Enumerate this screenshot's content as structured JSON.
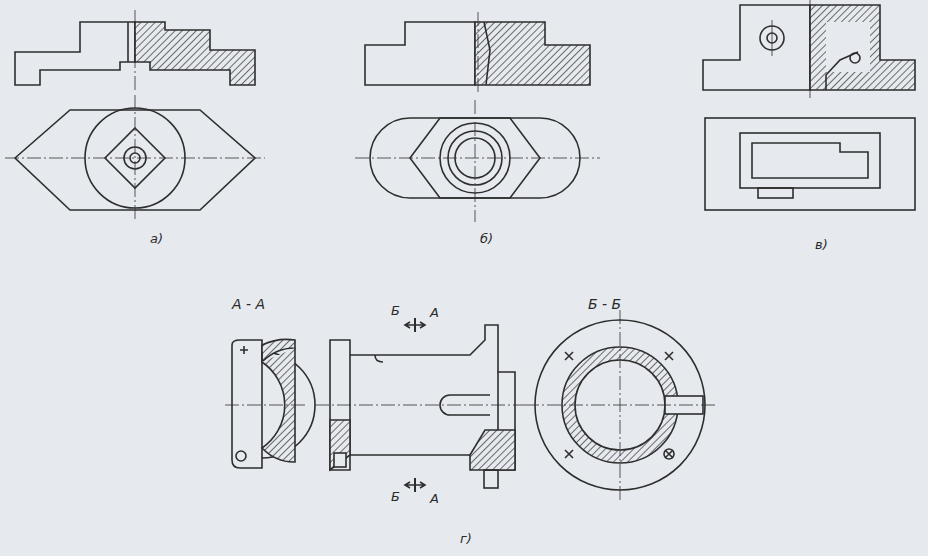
{
  "diagram": {
    "labels": [
      "а)",
      "б)",
      "в)",
      "А - А",
      "Б - Б",
      "Б",
      "А",
      "Б",
      "А",
      "г)"
    ]
  }
}
